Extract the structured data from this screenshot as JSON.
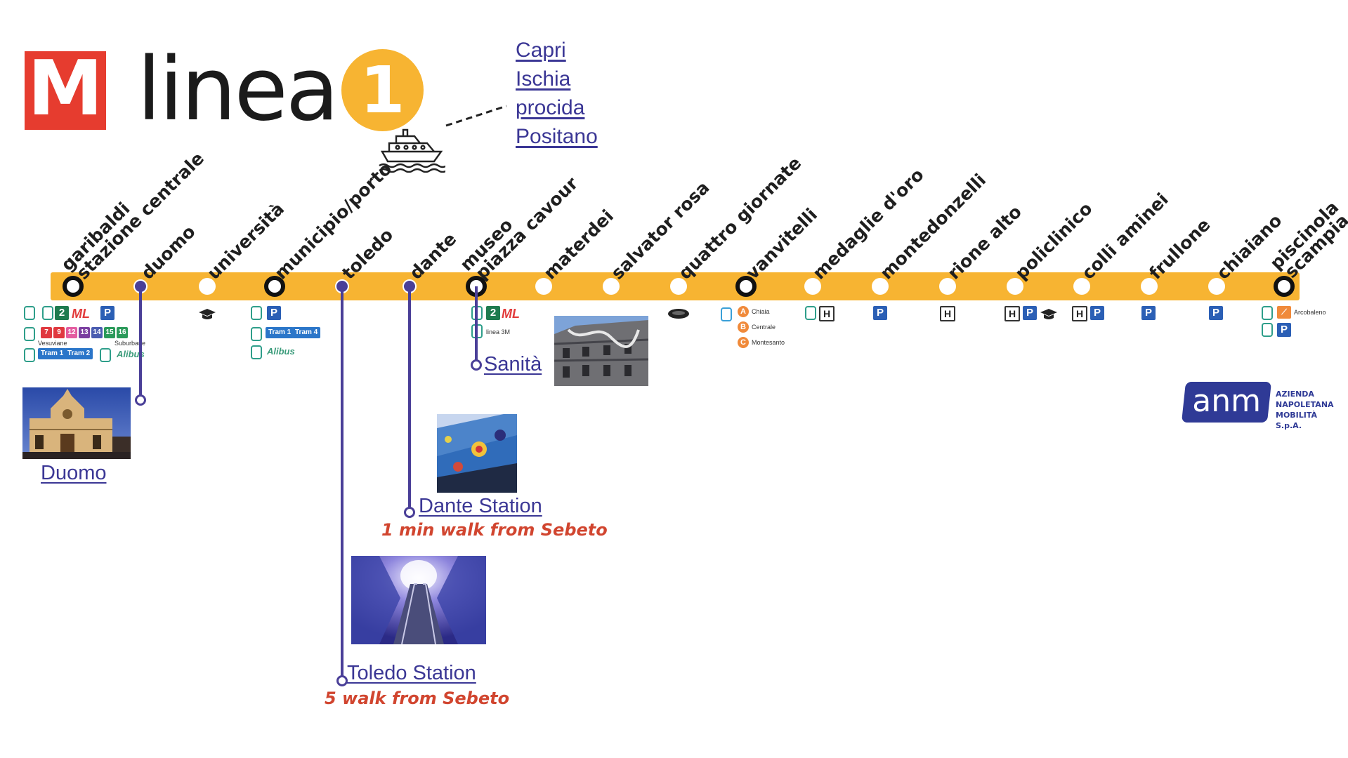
{
  "header": {
    "logo_letter": "M",
    "line_word": "linea",
    "line_number": "1",
    "ferry_icon": "ferry-icon",
    "destinations": [
      "Capri",
      "Ischia",
      "procida",
      "Positano"
    ]
  },
  "colors": {
    "line": "#f7b432",
    "logo": "#e63c2f",
    "callout": "#4a3f98",
    "link": "#3b3795",
    "walk": "#d1452f",
    "brand": "#2f3a96"
  },
  "stations": [
    {
      "label1": "garibaldi",
      "label2": "stazione centrale",
      "type": "interchange"
    },
    {
      "label1": "duomo",
      "label2": "",
      "type": "callout"
    },
    {
      "label1": "università",
      "label2": "",
      "type": "regular"
    },
    {
      "label1": "municipio/porto",
      "label2": "",
      "type": "interchange"
    },
    {
      "label1": "toledo",
      "label2": "",
      "type": "callout"
    },
    {
      "label1": "dante",
      "label2": "",
      "type": "callout"
    },
    {
      "label1": "museo",
      "label2": "piazza cavour",
      "type": "interchange-callout"
    },
    {
      "label1": "materdei",
      "label2": "",
      "type": "regular"
    },
    {
      "label1": "salvator rosa",
      "label2": "",
      "type": "regular"
    },
    {
      "label1": "quattro giornate",
      "label2": "",
      "type": "regular"
    },
    {
      "label1": "vanvitelli",
      "label2": "",
      "type": "interchange"
    },
    {
      "label1": "medaglie d'oro",
      "label2": "",
      "type": "regular"
    },
    {
      "label1": "montedonzelli",
      "label2": "",
      "type": "regular"
    },
    {
      "label1": "rione alto",
      "label2": "",
      "type": "regular"
    },
    {
      "label1": "policlinico",
      "label2": "",
      "type": "regular"
    },
    {
      "label1": "colli aminei",
      "label2": "",
      "type": "regular"
    },
    {
      "label1": "frullone",
      "label2": "",
      "type": "regular"
    },
    {
      "label1": "chiaiano",
      "label2": "",
      "type": "regular"
    },
    {
      "label1": "piscinola",
      "label2": "scampia",
      "type": "interchange"
    }
  ],
  "interchanges": {
    "garibaldi": {
      "line2": "2",
      "bus_numbers": [
        "7",
        "9",
        "12",
        "13",
        "14",
        "15",
        "16"
      ],
      "vesuviane": "Vesuviane",
      "suburbane": "Suburbane",
      "trams": [
        "Tram 1",
        "Tram 2"
      ],
      "alibus": "Alibus"
    },
    "municipio": {
      "trams": [
        "Tram 1",
        "Tram 4"
      ],
      "alibus": "Alibus"
    },
    "museo": {
      "line2": "2",
      "linea3m": "linea 3M"
    },
    "vanvitelli": {
      "funiculars": [
        {
          "letter": "A",
          "name": "Chiaia"
        },
        {
          "letter": "B",
          "name": "Centrale"
        },
        {
          "letter": "C",
          "name": "Montesanto"
        }
      ]
    },
    "piscinola": {
      "arcobaleno": "Arcobaleno"
    },
    "parking": "P",
    "hospital": "H"
  },
  "callouts": {
    "duomo": {
      "caption": "Duomo"
    },
    "sanita": {
      "caption": "Sanità"
    },
    "dante": {
      "caption": "Dante Station",
      "walk": "1 min walk from Sebeto"
    },
    "toledo": {
      "caption": "Toledo Station",
      "walk": "5  walk from Sebeto"
    }
  },
  "brand": {
    "name": "anm",
    "line1": "AZIENDA",
    "line2": "NAPOLETANA",
    "line3": "MOBILITÀ S.p.A."
  }
}
